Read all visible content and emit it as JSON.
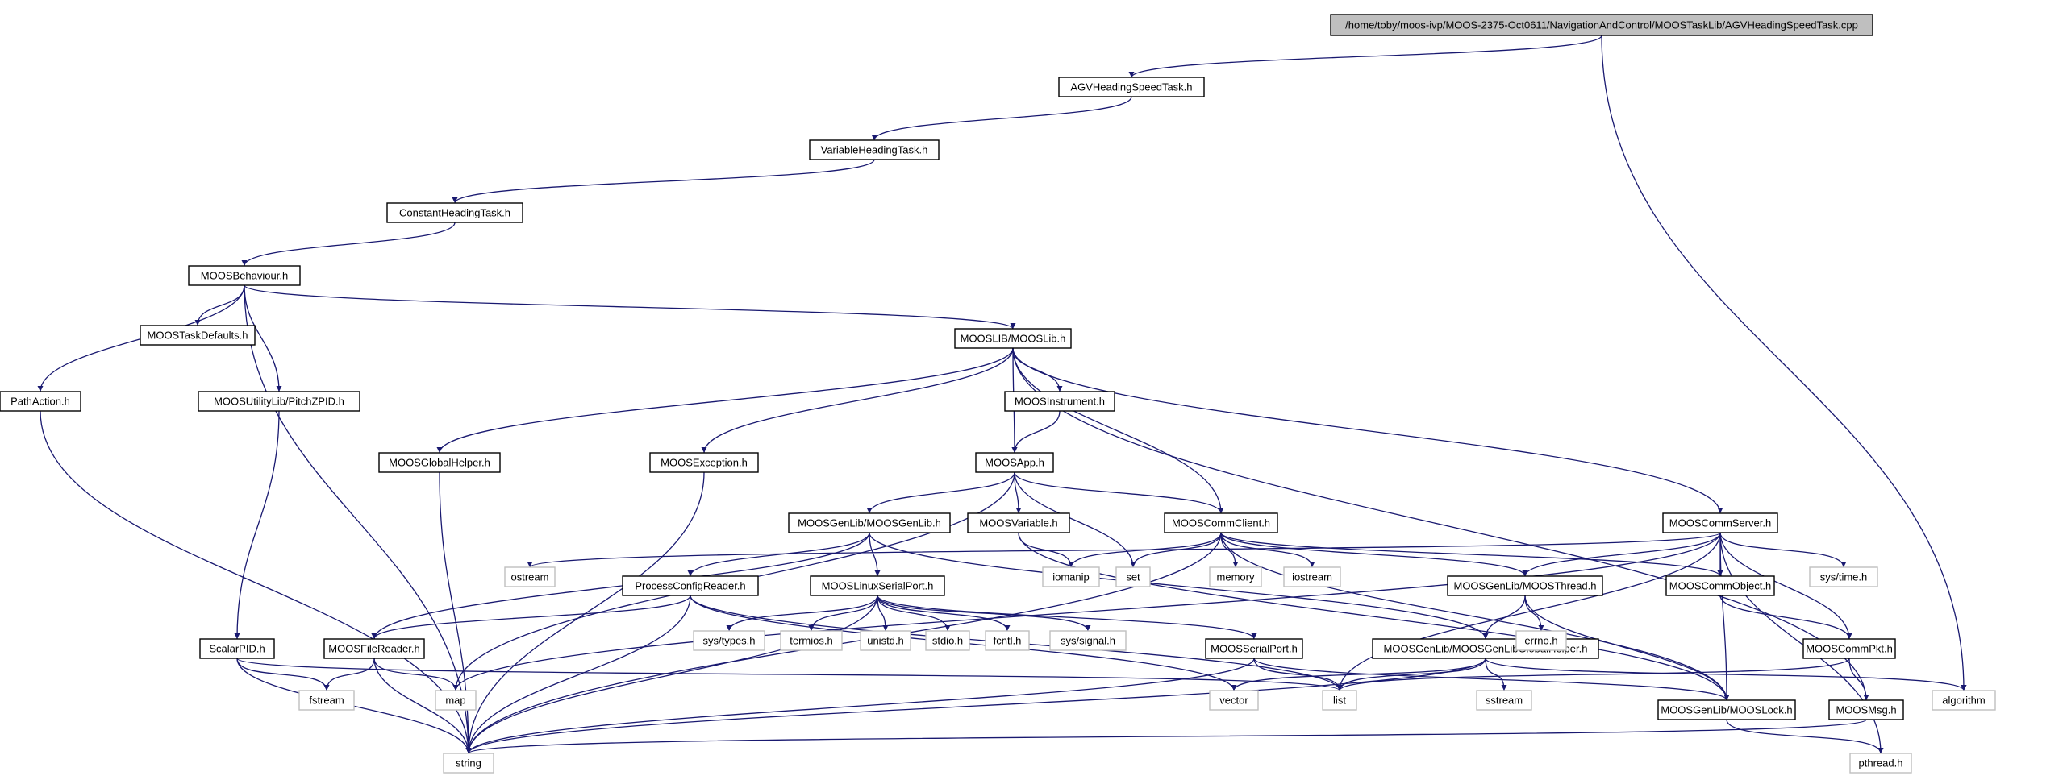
{
  "colors": {
    "edge": "#191970",
    "root_fill": "#bfbfbf",
    "node_border": "#000000",
    "system_border": "#bfbfbf",
    "text": "#000000"
  },
  "nodes": [
    {
      "id": "root",
      "label": "/home/toby/moos-ivp/MOOS-2375-Oct0611/NavigationAndControl/MOOSTaskLib/AGVHeadingSpeedTask.cpp",
      "kind": "root"
    },
    {
      "id": "agv",
      "label": "AGVHeadingSpeedTask.h",
      "kind": "local"
    },
    {
      "id": "vht",
      "label": "VariableHeadingTask.h",
      "kind": "local"
    },
    {
      "id": "cht",
      "label": "ConstantHeadingTask.h",
      "kind": "local"
    },
    {
      "id": "beh",
      "label": "MOOSBehaviour.h",
      "kind": "local"
    },
    {
      "id": "pathaction",
      "label": "PathAction.h",
      "kind": "local"
    },
    {
      "id": "taskdef",
      "label": "MOOSTaskDefaults.h",
      "kind": "local"
    },
    {
      "id": "pitch",
      "label": "MOOSUtilityLib/PitchZPID.h",
      "kind": "local"
    },
    {
      "id": "mooslib",
      "label": "MOOSLIB/MOOSLib.h",
      "kind": "local"
    },
    {
      "id": "instr",
      "label": "MOOSInstrument.h",
      "kind": "local"
    },
    {
      "id": "globalhelper",
      "label": "MOOSGlobalHelper.h",
      "kind": "local"
    },
    {
      "id": "exception",
      "label": "MOOSException.h",
      "kind": "local"
    },
    {
      "id": "app",
      "label": "MOOSApp.h",
      "kind": "local"
    },
    {
      "id": "genlib",
      "label": "MOOSGenLib/MOOSGenLib.h",
      "kind": "local"
    },
    {
      "id": "variable",
      "label": "MOOSVariable.h",
      "kind": "local"
    },
    {
      "id": "commclient",
      "label": "MOOSCommClient.h",
      "kind": "local"
    },
    {
      "id": "commserver",
      "label": "MOOSCommServer.h",
      "kind": "local"
    },
    {
      "id": "pcr",
      "label": "ProcessConfigReader.h",
      "kind": "local"
    },
    {
      "id": "linuxserial",
      "label": "MOOSLinuxSerialPort.h",
      "kind": "local"
    },
    {
      "id": "thread",
      "label": "MOOSGenLib/MOOSThread.h",
      "kind": "local"
    },
    {
      "id": "commobj",
      "label": "MOOSCommObject.h",
      "kind": "local"
    },
    {
      "id": "scalarpid",
      "label": "ScalarPID.h",
      "kind": "local"
    },
    {
      "id": "filereader",
      "label": "MOOSFileReader.h",
      "kind": "local"
    },
    {
      "id": "serialport",
      "label": "MOOSSerialPort.h",
      "kind": "local"
    },
    {
      "id": "ggh",
      "label": "MOOSGenLib/MOOSGenLibGlobalHelper.h",
      "kind": "local"
    },
    {
      "id": "commpkt",
      "label": "MOOSCommPkt.h",
      "kind": "local"
    },
    {
      "id": "lock",
      "label": "MOOSGenLib/MOOSLock.h",
      "kind": "local"
    },
    {
      "id": "msg",
      "label": "MOOSMsg.h",
      "kind": "local"
    },
    {
      "id": "ostream",
      "label": "ostream",
      "kind": "system"
    },
    {
      "id": "iomanip",
      "label": "iomanip",
      "kind": "system"
    },
    {
      "id": "set",
      "label": "set",
      "kind": "system"
    },
    {
      "id": "memory",
      "label": "memory",
      "kind": "system"
    },
    {
      "id": "iostream",
      "label": "iostream",
      "kind": "system"
    },
    {
      "id": "systime",
      "label": "sys/time.h",
      "kind": "system"
    },
    {
      "id": "systypes",
      "label": "sys/types.h",
      "kind": "system"
    },
    {
      "id": "termios",
      "label": "termios.h",
      "kind": "system"
    },
    {
      "id": "unistd",
      "label": "unistd.h",
      "kind": "system"
    },
    {
      "id": "stdio",
      "label": "stdio.h",
      "kind": "system"
    },
    {
      "id": "fcntl",
      "label": "fcntl.h",
      "kind": "system"
    },
    {
      "id": "syssignal",
      "label": "sys/signal.h",
      "kind": "system"
    },
    {
      "id": "errno",
      "label": "errno.h",
      "kind": "system"
    },
    {
      "id": "fstream",
      "label": "fstream",
      "kind": "system"
    },
    {
      "id": "map",
      "label": "map",
      "kind": "system"
    },
    {
      "id": "vector",
      "label": "vector",
      "kind": "system"
    },
    {
      "id": "list",
      "label": "list",
      "kind": "system"
    },
    {
      "id": "sstream",
      "label": "sstream",
      "kind": "system"
    },
    {
      "id": "algorithm",
      "label": "algorithm",
      "kind": "system"
    },
    {
      "id": "string",
      "label": "string",
      "kind": "system"
    },
    {
      "id": "pthread",
      "label": "pthread.h",
      "kind": "system"
    }
  ],
  "edges": [
    [
      "root",
      "agv"
    ],
    [
      "root",
      "algorithm"
    ],
    [
      "agv",
      "vht"
    ],
    [
      "vht",
      "cht"
    ],
    [
      "cht",
      "beh"
    ],
    [
      "beh",
      "pathaction"
    ],
    [
      "beh",
      "taskdef"
    ],
    [
      "beh",
      "pitch"
    ],
    [
      "beh",
      "mooslib"
    ],
    [
      "beh",
      "string"
    ],
    [
      "pathaction",
      "string"
    ],
    [
      "pitch",
      "scalarpid"
    ],
    [
      "scalarpid",
      "fstream"
    ],
    [
      "scalarpid",
      "string"
    ],
    [
      "scalarpid",
      "list"
    ],
    [
      "mooslib",
      "globalhelper"
    ],
    [
      "mooslib",
      "exception"
    ],
    [
      "mooslib",
      "app"
    ],
    [
      "mooslib",
      "instr"
    ],
    [
      "mooslib",
      "commclient"
    ],
    [
      "mooslib",
      "commserver"
    ],
    [
      "mooslib",
      "msg"
    ],
    [
      "instr",
      "app"
    ],
    [
      "globalhelper",
      "string"
    ],
    [
      "exception",
      "string"
    ],
    [
      "app",
      "map"
    ],
    [
      "app",
      "genlib"
    ],
    [
      "app",
      "variable"
    ],
    [
      "app",
      "set"
    ],
    [
      "app",
      "commclient"
    ],
    [
      "genlib",
      "filereader"
    ],
    [
      "genlib",
      "pcr"
    ],
    [
      "genlib",
      "linuxserial"
    ],
    [
      "genlib",
      "ggh"
    ],
    [
      "variable",
      "iomanip"
    ],
    [
      "variable",
      "lock"
    ],
    [
      "commclient",
      "iomanip"
    ],
    [
      "commclient",
      "set"
    ],
    [
      "commclient",
      "memory"
    ],
    [
      "commclient",
      "iostream"
    ],
    [
      "commclient",
      "thread"
    ],
    [
      "commclient",
      "commobj"
    ],
    [
      "commclient",
      "lock"
    ],
    [
      "commclient",
      "string"
    ],
    [
      "commserver",
      "ostream"
    ],
    [
      "commserver",
      "map"
    ],
    [
      "commserver",
      "thread"
    ],
    [
      "commserver",
      "commobj"
    ],
    [
      "commserver",
      "systime"
    ],
    [
      "commserver",
      "commpkt"
    ],
    [
      "commserver",
      "list"
    ],
    [
      "commserver",
      "lock"
    ],
    [
      "commserver",
      "pthread"
    ],
    [
      "pcr",
      "filereader"
    ],
    [
      "pcr",
      "string"
    ],
    [
      "pcr",
      "vector"
    ],
    [
      "pcr",
      "list"
    ],
    [
      "filereader",
      "fstream"
    ],
    [
      "filereader",
      "map"
    ],
    [
      "filereader",
      "string"
    ],
    [
      "linuxserial",
      "systypes"
    ],
    [
      "linuxserial",
      "termios"
    ],
    [
      "linuxserial",
      "unistd"
    ],
    [
      "linuxserial",
      "stdio"
    ],
    [
      "linuxserial",
      "fcntl"
    ],
    [
      "linuxserial",
      "syssignal"
    ],
    [
      "linuxserial",
      "serialport"
    ],
    [
      "linuxserial",
      "string"
    ],
    [
      "serialport",
      "list"
    ],
    [
      "serialport",
      "string"
    ],
    [
      "serialport",
      "lock"
    ],
    [
      "thread",
      "ggh"
    ],
    [
      "thread",
      "errno"
    ],
    [
      "thread",
      "lock"
    ],
    [
      "ggh",
      "vector"
    ],
    [
      "ggh",
      "list"
    ],
    [
      "ggh",
      "sstream"
    ],
    [
      "ggh",
      "string"
    ],
    [
      "ggh",
      "algorithm"
    ],
    [
      "commobj",
      "commpkt"
    ],
    [
      "commpkt",
      "list"
    ],
    [
      "commpkt",
      "msg"
    ],
    [
      "msg",
      "string"
    ],
    [
      "lock",
      "pthread"
    ]
  ]
}
